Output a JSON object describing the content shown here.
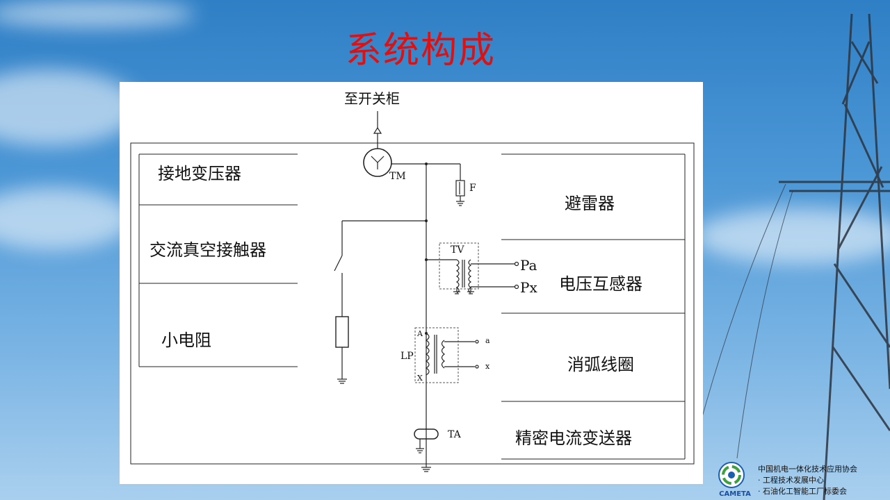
{
  "slide": {
    "title": "系统构成"
  },
  "diagram": {
    "top_label": "至开关柜",
    "left_components": [
      "接地变压器",
      "交流真空接触器",
      "小电阻"
    ],
    "right_components": [
      "避雷器",
      "电压互感器",
      "消弧线圈",
      "精密电流变送器"
    ],
    "tags": {
      "tm": "TM",
      "f": "F",
      "tv": "TV",
      "pa": "Pa",
      "px": "Px",
      "lp": "LP",
      "a_upper": "A",
      "x_upper": "X",
      "a_lower": "a",
      "x_lower": "x",
      "ta": "TA"
    }
  },
  "footer": {
    "logo_text": "CAMETA",
    "org_lines": [
      "中国机电一体化技术应用协会",
      "· 工程技术发展中心",
      "· 石油化工智能工厂标委会"
    ]
  }
}
